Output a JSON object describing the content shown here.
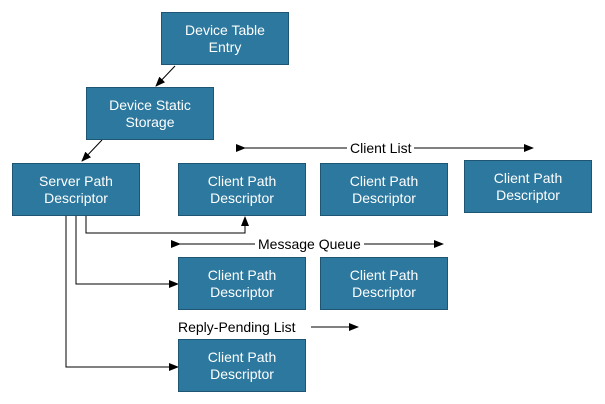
{
  "nodes": {
    "device_table_entry": "Device Table Entry",
    "device_static_storage": "Device Static Storage",
    "server_path_descriptor": "Server Path Descriptor",
    "client_list_1": "Client Path Descriptor",
    "client_list_2": "Client Path Descriptor",
    "client_list_3": "Client Path Descriptor",
    "message_queue_1": "Client Path Descriptor",
    "message_queue_2": "Client Path Descriptor",
    "reply_pending_1": "Client Path Descriptor"
  },
  "labels": {
    "client_list": "Client List",
    "message_queue": "Message Queue",
    "reply_pending_list": "Reply-Pending List"
  },
  "colors": {
    "box_fill": "#2c789e",
    "box_text": "#ffffff",
    "line": "#000000"
  }
}
